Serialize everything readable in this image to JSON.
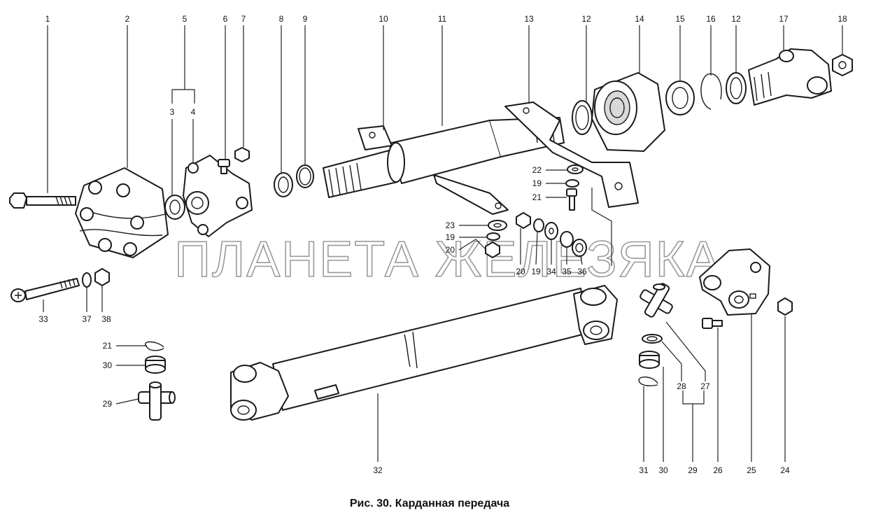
{
  "caption": "Рис. 30. Карданная передача",
  "watermark": "ПЛАНЕТА ЖЕЛЕЗЯКА",
  "labels": {
    "l1": "1",
    "l2": "2",
    "l5": "5",
    "l3": "3",
    "l4": "4",
    "l6": "6",
    "l7": "7",
    "l8": "8",
    "l9": "9",
    "l10": "10",
    "l11": "11",
    "l13": "13",
    "l12a": "12",
    "l14": "14",
    "l15": "15",
    "l16": "16",
    "l12b": "12",
    "l17": "17",
    "l18": "18",
    "l22": "22",
    "l19a": "19",
    "l21a": "21",
    "l23": "23",
    "l19b": "19",
    "l20a": "20",
    "l20b": "20",
    "l19c": "19",
    "l34": "34",
    "l35": "35",
    "l36": "36",
    "l33": "33",
    "l37": "37",
    "l38": "38",
    "l21b": "21",
    "l30a": "30",
    "l29a": "29",
    "l32": "32",
    "l28": "28",
    "l27": "27",
    "l31": "31",
    "l30b": "30",
    "l29b": "29",
    "l26": "26",
    "l25": "25",
    "l24": "24"
  }
}
